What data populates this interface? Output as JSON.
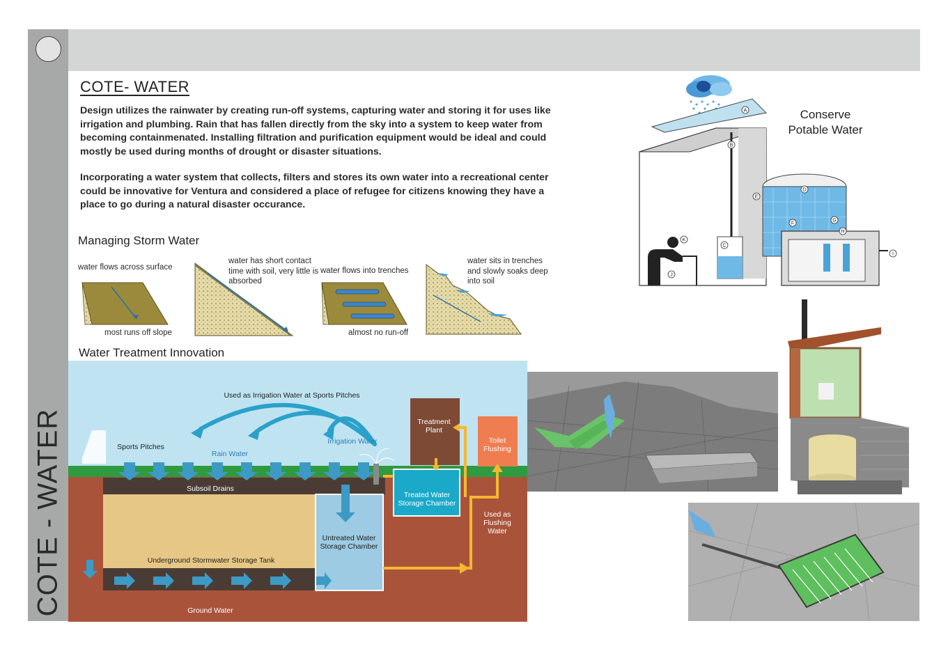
{
  "sidebar_title": "COTE - WATER",
  "title": "COTE- WATER",
  "paragraphs": [
    "Design utilizes the rainwater by creating run-off systems, capturing water and storing it for uses like irrigation and plumbing. Rain that has fallen directly from the sky into a system to keep water from becoming containmenated. Installing filtration and purification equipment would be ideal and could mostly be used during months of drought or disaster situations.",
    "Incorporating a water system that collects, filters and stores its own water into a recreational center could be innovative for Ventura and considered a place of refugee for citizens knowing they have a place to go during a natural disaster occurance."
  ],
  "storm_water": {
    "heading": "Managing Storm Water",
    "captions": {
      "surface": "water flows across surface",
      "runoff": "most runs off slope",
      "contact": "water has short contact time with soil, very little is absorbed",
      "trenches": "water flows into trenches",
      "no_runoff": "almost no run-off",
      "soaks": "water sits in trenches and slowly soaks deep into soil"
    }
  },
  "treatment": {
    "heading": "Water Treatment Innovation",
    "labels": {
      "irrigation_top": "Used as Irrigation Water at Sports Pitches",
      "sports_pitches": "Sports Pitches",
      "rain_water": "Rain Water",
      "irrigation_water": "Irrigation Water",
      "treatment_plant": "Treatment Plant",
      "toilet_flushing": "Toilet Flushing",
      "subsoil_drains": "Subsoil Drains",
      "treated_chamber": "Treated Water Storage Chamber",
      "used_flushing": "Used as Flushing Water",
      "untreated_chamber": "Untreated Water Storage Chamber",
      "storage_tank": "Underground Stormwater Storage Tank",
      "ground_water": "Ground Water"
    }
  },
  "conserve": [
    "Conserve",
    "Potable Water"
  ],
  "potable_letters": [
    "A",
    "B",
    "C",
    "D",
    "E",
    "F",
    "G",
    "H",
    "I",
    "J",
    "K"
  ],
  "colors": {
    "topbar": "#d4d6d5",
    "sidebar": "#a7a9a8",
    "sky": "#bfe3f1",
    "grass": "#2f9a3f",
    "soil": "#a9543a",
    "sand": "#e7c785",
    "dark_soil": "#4a3c35",
    "arrow_blue": "#3c9ac4",
    "orange_pipe": "#f5b731",
    "treated_teal": "#1aa9c8",
    "plant_brown": "#7d4a36",
    "toilet_orange": "#ef7d4f"
  }
}
